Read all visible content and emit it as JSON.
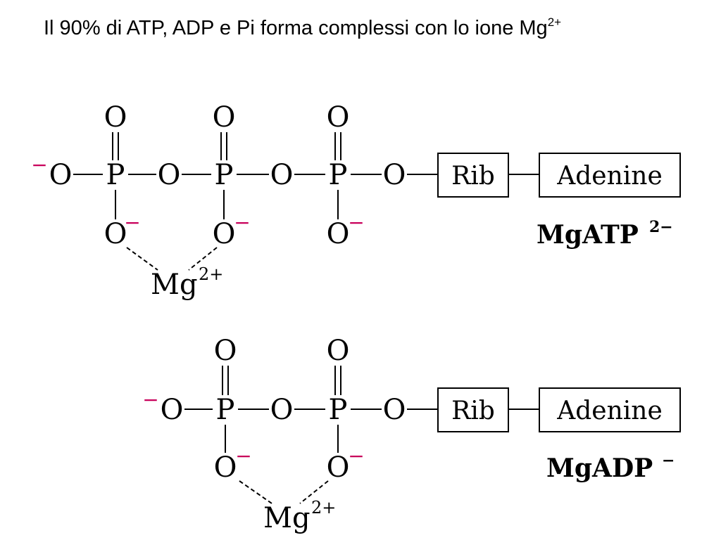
{
  "title": {
    "text": "Il 90% di ATP, ADP e Pi forma complessi con lo ione Mg",
    "sup": "2+"
  },
  "atoms": {
    "oxygen": "O",
    "phosphorus": "P"
  },
  "charges": {
    "minus": "−"
  },
  "boxes": {
    "ribose": "Rib",
    "base": "Adenine"
  },
  "magnesium": {
    "symbol": "Mg",
    "charge": "2+"
  },
  "atp_label": {
    "name": "MgATP",
    "charge": "2−"
  },
  "adp_label": {
    "name": "MgADP",
    "charge": "−"
  },
  "colors": {
    "negative_charge": "#c8005a",
    "text": "#000000"
  }
}
